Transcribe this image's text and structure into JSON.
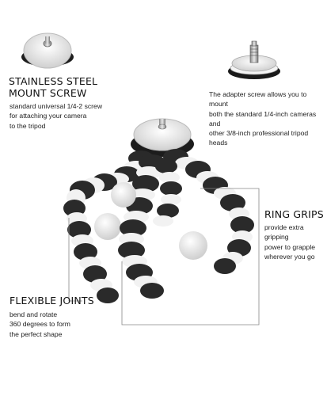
{
  "screw": {
    "heading_line1": "STAINLESS STEEL",
    "heading_line2": "MOUNT SCREW",
    "desc_lines": [
      "standard universal 1/4-2 screw",
      "for attaching your camera",
      "to the tripod"
    ]
  },
  "adapter": {
    "desc_lines": [
      "The adapter screw allows you to mount",
      "both the standard 1/4-inch cameras and",
      "other 3/8-inch professional tripod heads"
    ]
  },
  "ring_grips": {
    "heading": "RING GRIPS",
    "desc_lines": [
      "provide extra gripping",
      "power to grapple",
      "wherever you go"
    ]
  },
  "flexible_joints": {
    "heading": "FLEXIBLE JOINTS",
    "desc_lines": [
      "bend and rotate",
      "360 degrees to form",
      "the perfect shape"
    ]
  },
  "colors": {
    "leg_dark": "#2a2a2a",
    "ring_white": "#f2f2f2",
    "ball_gray": "#e6e6e6",
    "callout_line": "#888888"
  },
  "icons": [
    "mount-screw-plate-icon",
    "adapter-screw-icon",
    "flexible-tripod-icon"
  ]
}
